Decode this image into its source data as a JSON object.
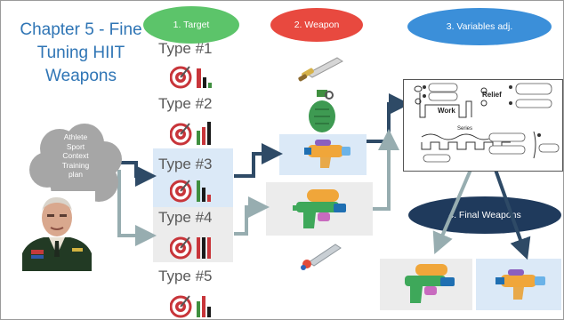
{
  "slide": {
    "title": "Chapter 5 - Fine Tuning HIIT Weapons",
    "headers": {
      "target": "1. Target",
      "weapon": "2. Weapon",
      "variables": "3. Variables adj.",
      "final": "4. Final Weapons"
    },
    "cloud": {
      "lines": [
        "Athlete",
        "Sport",
        "Context",
        "Training",
        "plan"
      ]
    },
    "types": [
      {
        "label": "Type #1"
      },
      {
        "label": "Type #2"
      },
      {
        "label": "Type #3"
      },
      {
        "label": "Type #4"
      },
      {
        "label": "Type #5"
      }
    ],
    "diagram": {
      "work": "Work",
      "relief": "Relief",
      "series": "Series"
    },
    "colors": {
      "title": "#2f75b5",
      "target_oval": "#5cc46a",
      "weapon_oval": "#e8493f",
      "variables_oval": "#3b8fd9",
      "final_oval": "#1f3a5c",
      "dark_arrow": "#2e4a66",
      "light_arrow": "#97adb0",
      "panel_blue": "#dbe9f7",
      "panel_grey": "#ececec"
    },
    "icons": {
      "weapons": [
        "sword-icon",
        "grenade-icon",
        "water-pistol-icon",
        "water-blaster-icon",
        "dagger-icon"
      ],
      "targets": "target-icon",
      "bars": "bar-chart-icon"
    }
  }
}
